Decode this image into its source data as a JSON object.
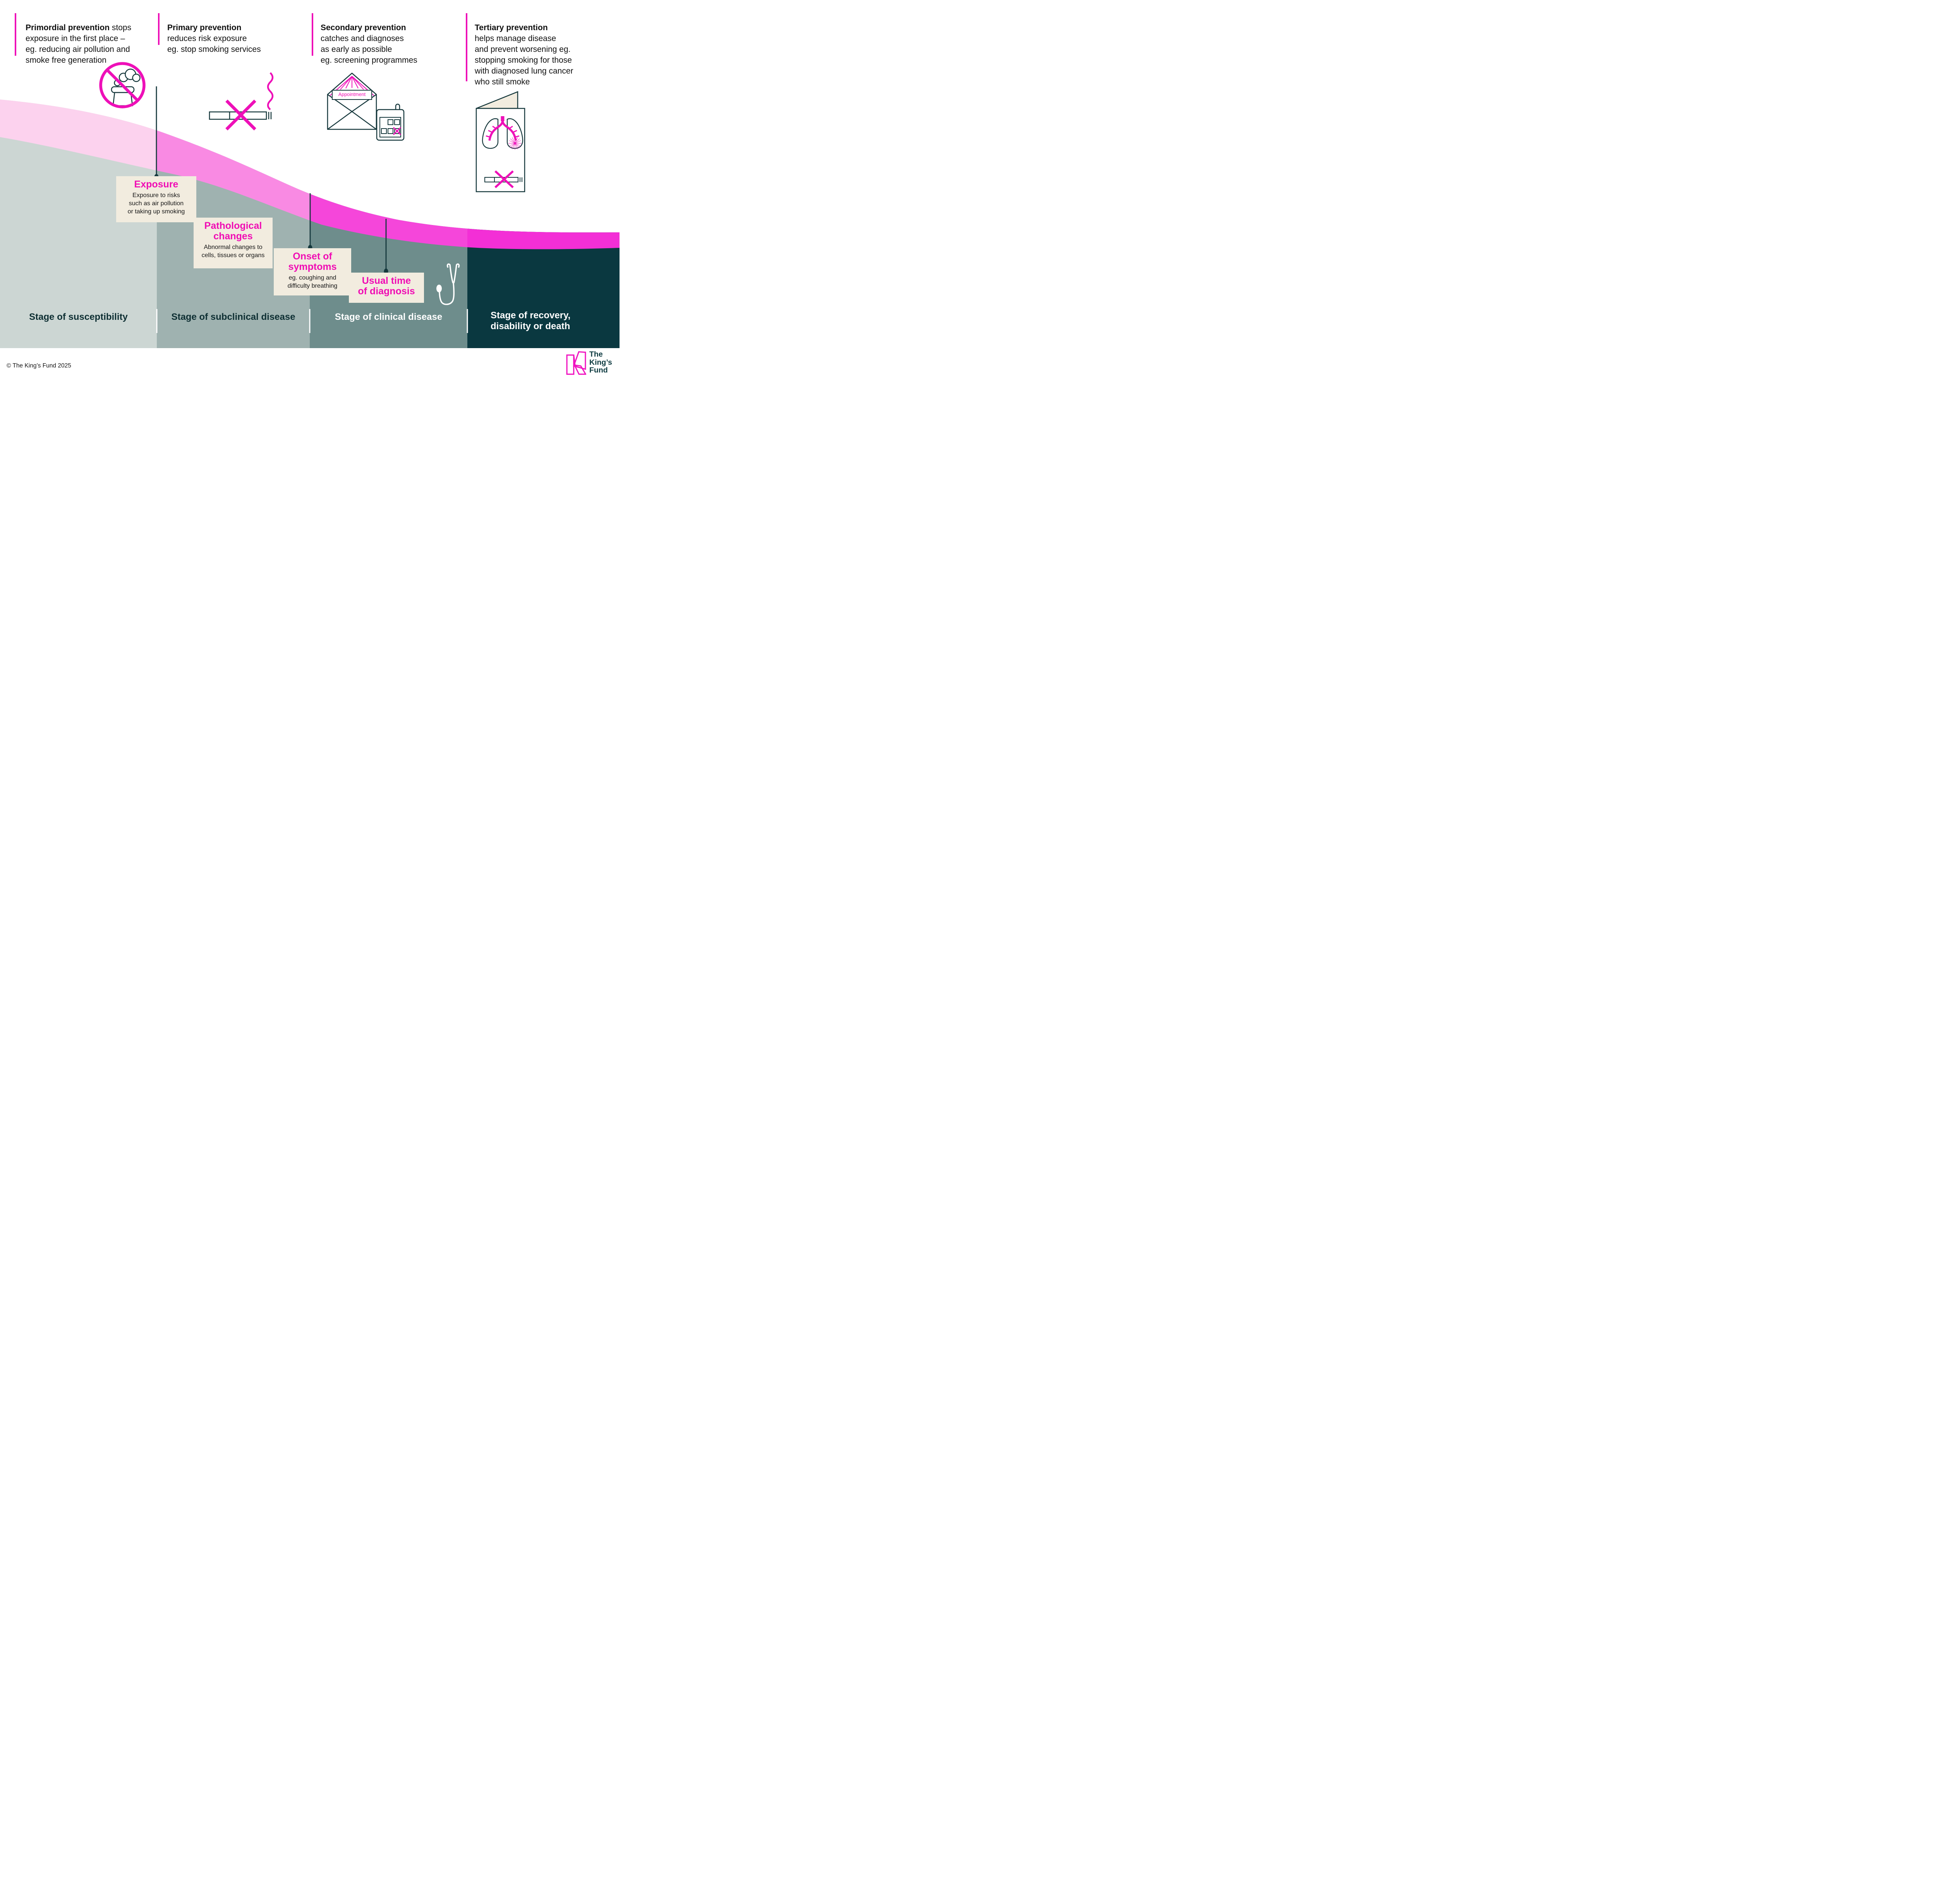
{
  "columns": [
    {
      "title": "Primordial prevention",
      "rest": " stops\nexposure in the first place –\neg. reducing air pollution and\nsmoke free generation"
    },
    {
      "title": "Primary prevention",
      "rest": "\nreduces risk exposure\neg. stop smoking services"
    },
    {
      "title": "Secondary prevention",
      "rest": "\ncatches and diagnoses\nas early as possible\neg. screening programmes"
    },
    {
      "title": "Tertiary prevention",
      "rest": "\nhelps manage disease\nand prevent worsening eg.\nstopping smoking for those\nwith diagnosed lung cancer\nwho still smoke"
    }
  ],
  "steps": [
    {
      "title": "Exposure",
      "body": "Exposure to risks\nsuch as air pollution\nor taking up smoking"
    },
    {
      "title": "Pathological\nchanges",
      "body": "Abnormal changes to\ncells, tissues or organs"
    },
    {
      "title": "Onset of\nsymptoms",
      "body": "eg. coughing and\ndifficulty breathing"
    },
    {
      "title": "Usual time\nof diagnosis",
      "body": ""
    }
  ],
  "stages": [
    {
      "label": "Stage of susceptibility"
    },
    {
      "label": "Stage of subclinical disease"
    },
    {
      "label": "Stage of clinical disease"
    },
    {
      "label": "Stage of recovery,\ndisability or death"
    }
  ],
  "icons": {
    "no_air_pollution": "no-air-pollution-icon",
    "no_smoking": "crossed-cigarette-icon",
    "appointment_letter_label": "Appointment",
    "screening_calendar": "appointment-letter-and-calendar-icon",
    "lung_leaflet": "lung-cancer-leaflet-icon",
    "stethoscope": "stethoscope-icon"
  },
  "footer": {
    "copyright": "© The King’s Fund 2025",
    "logo_lines": [
      "The",
      "King’s",
      "Fund"
    ]
  },
  "colors": {
    "accent_magenta": "#ee10b8",
    "step_title_magenta": "#f00db4",
    "band_panel1": "#fcd2ee",
    "band_panel2": "#f98ae3",
    "band_panel3": "#f546da",
    "band_panel4": "#f32fd6",
    "panel1": "#ccd6d3",
    "panel2": "#9fb2b0",
    "panel3": "#6e8d8c",
    "panel4": "#0a3840",
    "card_cream": "#f2ecdf",
    "stroke_teal": "#16383c",
    "dark_text": "#0e2f33"
  }
}
